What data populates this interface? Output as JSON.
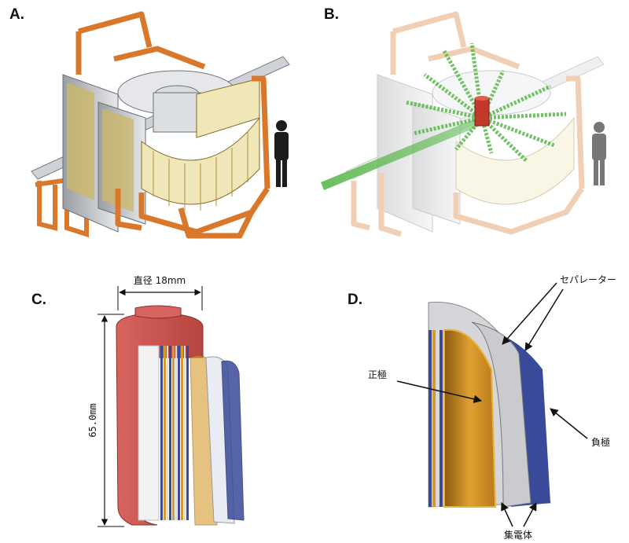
{
  "panels": {
    "a": {
      "label": "A."
    },
    "b": {
      "label": "B."
    },
    "c": {
      "label": "C.",
      "diameter": "直径 18mm",
      "height": "65.0mm"
    },
    "d": {
      "label": "D.",
      "separator": "セパレーター",
      "positive_electrode": "正極",
      "negative_electrode": "負極",
      "current_collector": "集電体"
    }
  },
  "colors": {
    "frame_orange": "#d9782b",
    "panel_grey": "#b9bcc0",
    "module_cream": "#efe7b8",
    "beam_green": "#58b84a",
    "cell_red": "#c8504b",
    "electrode_gold": "#d79a2c",
    "electrode_blue": "#3a4a9a"
  }
}
